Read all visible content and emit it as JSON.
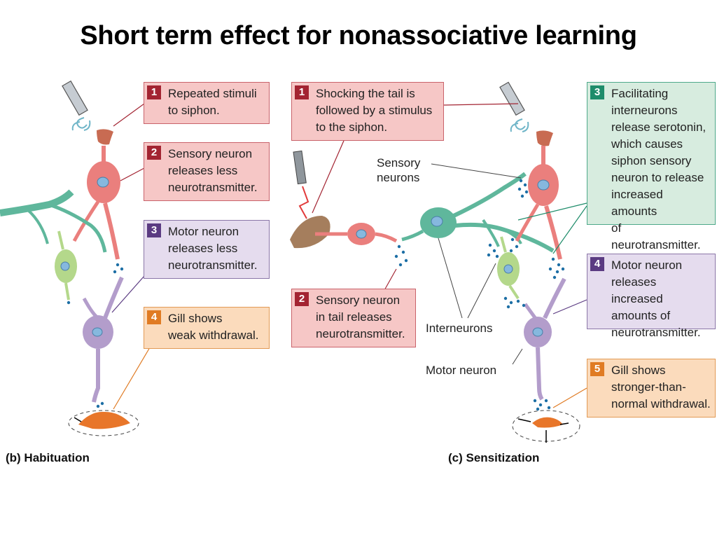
{
  "title": "Short term effect for nonassociative learning",
  "habituation": {
    "caption": "(b) Habituation",
    "steps": [
      {
        "num": "1",
        "text": "Repeated stimuli\nto siphon."
      },
      {
        "num": "2",
        "text": "Sensory neuron\nreleases less\nneurotransmitter."
      },
      {
        "num": "3",
        "text": "Motor neuron\nreleases less\nneurotransmitter."
      },
      {
        "num": "4",
        "text": "Gill shows\nweak withdrawal."
      }
    ]
  },
  "sensitization": {
    "caption": "(c) Sensitization",
    "steps": [
      {
        "num": "1",
        "text": "Shocking the tail is\nfollowed by a stimulus\nto the siphon."
      },
      {
        "num": "2",
        "text": "Sensory neuron\nin tail releases\nneurotransmitter."
      },
      {
        "num": "3",
        "text": "Facilitating\ninterneurons\nrelease serotonin,\nwhich causes\nsiphon sensory\nneuron to release\nincreased amounts\nof neurotransmitter."
      },
      {
        "num": "4",
        "text": "Motor neuron\nreleases increased\namounts of\nneurotransmitter."
      },
      {
        "num": "5",
        "text": "Gill shows\nstronger-than-\nnormal withdrawal."
      }
    ],
    "labels": {
      "sensory_neurons": "Sensory\nneurons",
      "interneurons": "Interneurons",
      "motor_neuron": "Motor neuron"
    }
  },
  "colors": {
    "sensory_neuron": "#ea7f7d",
    "interneuron": "#5fb79c",
    "facilitating_neuron": "#b4d88b",
    "motor_neuron": "#b39dcb",
    "neurotransmitter_dots": "#1d6fa5",
    "gill": "#e8762a"
  }
}
